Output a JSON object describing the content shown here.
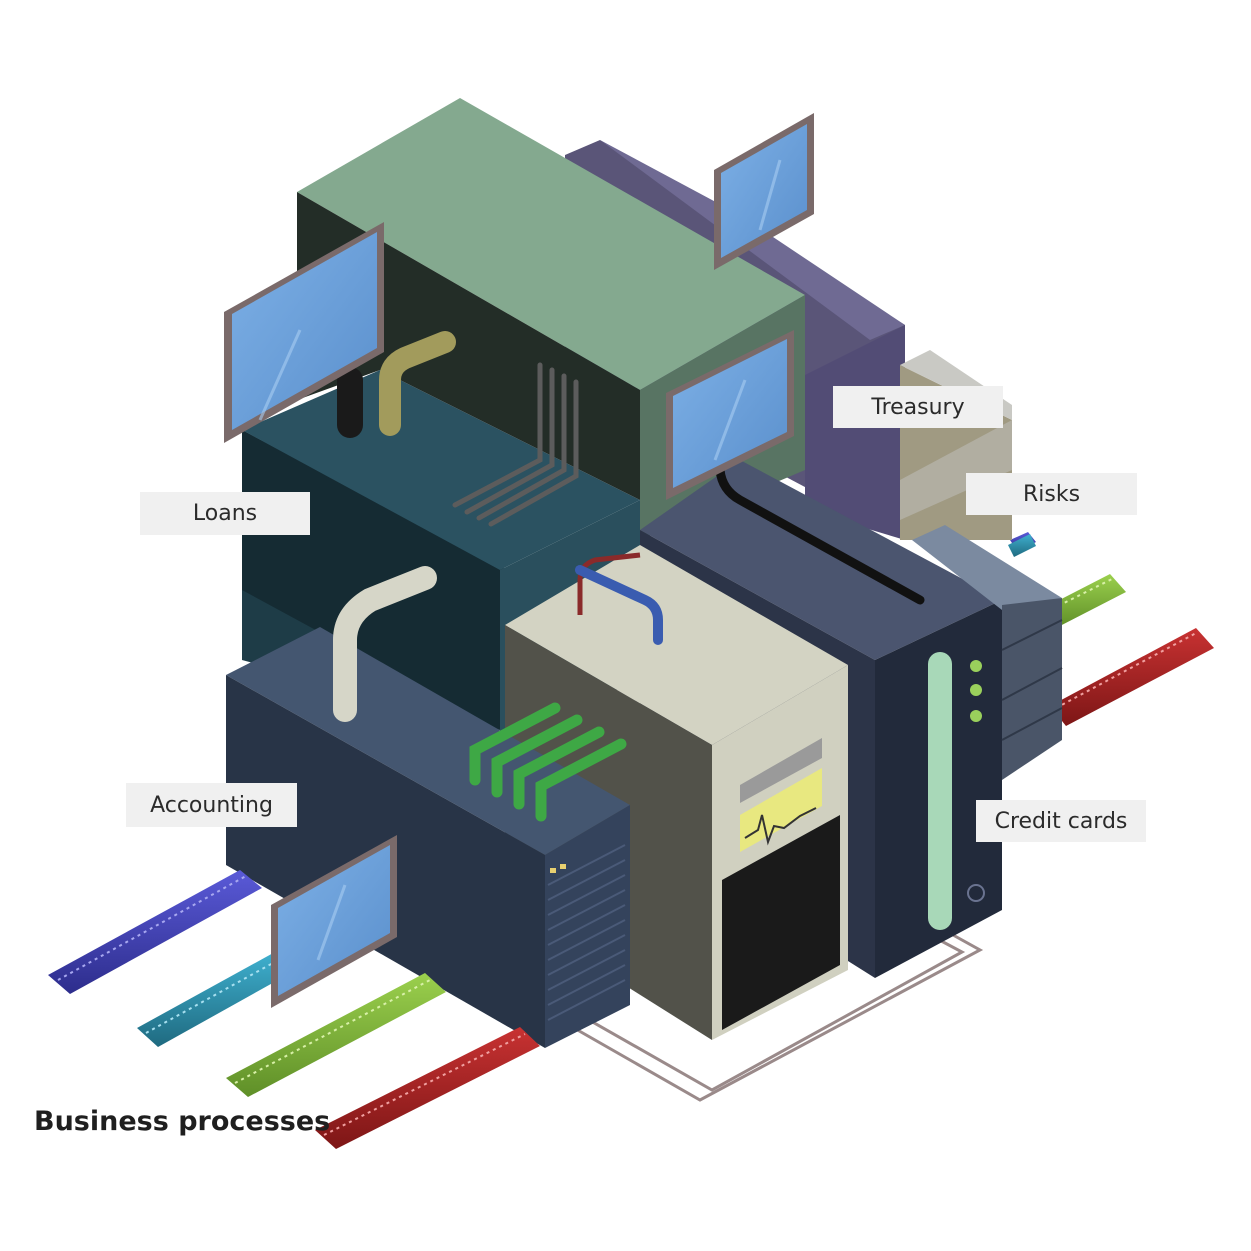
{
  "labels": {
    "loans": "Loans",
    "treasury": "Treasury",
    "risks": "Risks",
    "accounting": "Accounting",
    "credit_cards": "Credit cards"
  },
  "caption": "Business processes",
  "colors": {
    "module_green": "#84a98f",
    "module_purple": "#6f6a93",
    "module_teal": "#2b5261",
    "module_slate": "#445670",
    "module_beige": "#d3d3c3",
    "module_server": "#4b556f",
    "module_tan": "#a09a82",
    "screen_blue": "#6a9fd8",
    "track_blue": "#3f3fb4",
    "track_teal": "#2c8aa6",
    "track_green": "#7bb33c",
    "track_red": "#a32626"
  }
}
